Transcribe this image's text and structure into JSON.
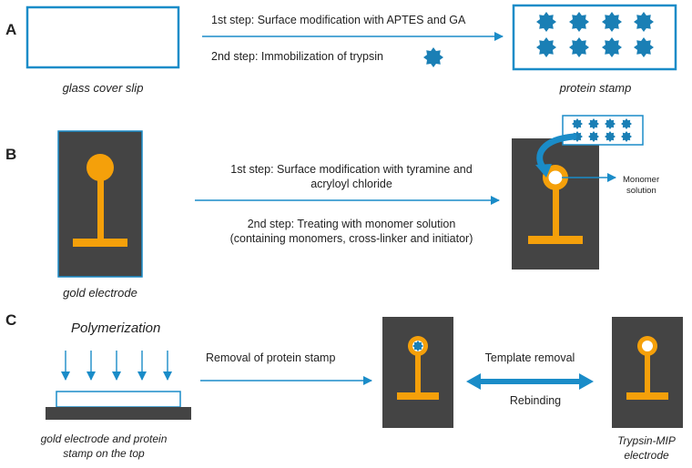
{
  "sections": {
    "a": {
      "letter": "A",
      "step1": "1st step: Surface modification with APTES and GA",
      "step2": "2nd step: Immobilization of trypsin",
      "left_caption": "glass cover slip",
      "right_caption": "protein stamp"
    },
    "b": {
      "letter": "B",
      "step1_line1": "1st step: Surface modification with tyramine and",
      "step1_line2": "acryloyl chloride",
      "step2_line1": "2nd step: Treating with monomer solution",
      "step2_line2": "(containing monomers, cross-linker and initiator)",
      "monomer_line1": "Monomer",
      "monomer_line2": "solution",
      "left_caption": "gold electrode"
    },
    "c": {
      "letter": "C",
      "polymerization": "Polymerization",
      "removal": "Removal of protein stamp",
      "template_removal": "Template removal",
      "rebinding": "Rebinding",
      "left_caption_line1": "gold electrode and protein",
      "left_caption_line2": "stamp on the top",
      "right_caption_line1": "Trypsin-MIP",
      "right_caption_line2": "electrode"
    }
  },
  "colors": {
    "blue": "#1a8cc8",
    "orange": "#f5a00a",
    "dark": "#444444",
    "text": "#222222"
  }
}
